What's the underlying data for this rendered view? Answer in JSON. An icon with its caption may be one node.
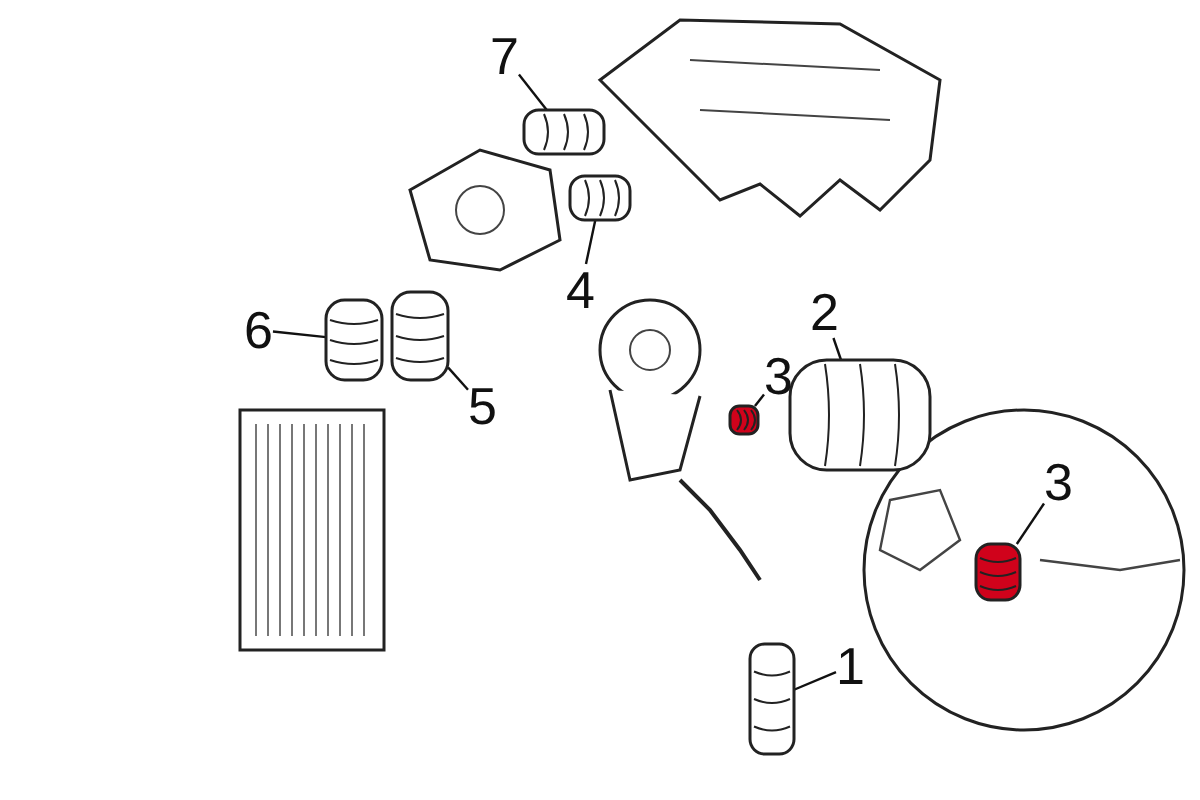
{
  "diagram": {
    "nodes": [
      {
        "text": [
          "7"
        ]
      },
      {
        "text": [],
        "shape": "picture"
      },
      {
        "text": [
          "6"
        ]
      },
      {
        "text": [],
        "shape": "picture"
      },
      {
        "text": [
          "4"
        ]
      },
      {
        "text": [],
        "shape": "picture"
      },
      {
        "text": [
          "2"
        ]
      },
      {
        "text": [],
        "shape": "picture"
      },
      {
        "text": [
          "3"
        ]
      },
      {
        "text": [],
        "shape": "picture"
      },
      {
        "text": [
          "5"
        ]
      },
      {
        "text": [],
        "shape": "picture"
      },
      {
        "text": [
          "1"
        ]
      },
      {
        "text": [],
        "shape": "picture"
      },
      {
        "text": [
          "3"
        ]
      },
      {
        "text": [],
        "shape": "picture"
      }
    ],
    "edges": [
      {
        "from": 0,
        "to": 1,
        "arrow": "none"
      },
      {
        "from": 2,
        "to": 3,
        "arrow": "none"
      },
      {
        "from": 4,
        "to": 5,
        "arrow": "none"
      },
      {
        "from": 6,
        "to": 7,
        "arrow": "none"
      },
      {
        "from": 8,
        "to": 9,
        "arrow": "none"
      },
      {
        "from": 10,
        "to": 11,
        "arrow": "none"
      },
      {
        "from": 12,
        "to": 13,
        "arrow": "none"
      },
      {
        "from": 14,
        "to": 15,
        "arrow": "none"
      }
    ]
  }
}
